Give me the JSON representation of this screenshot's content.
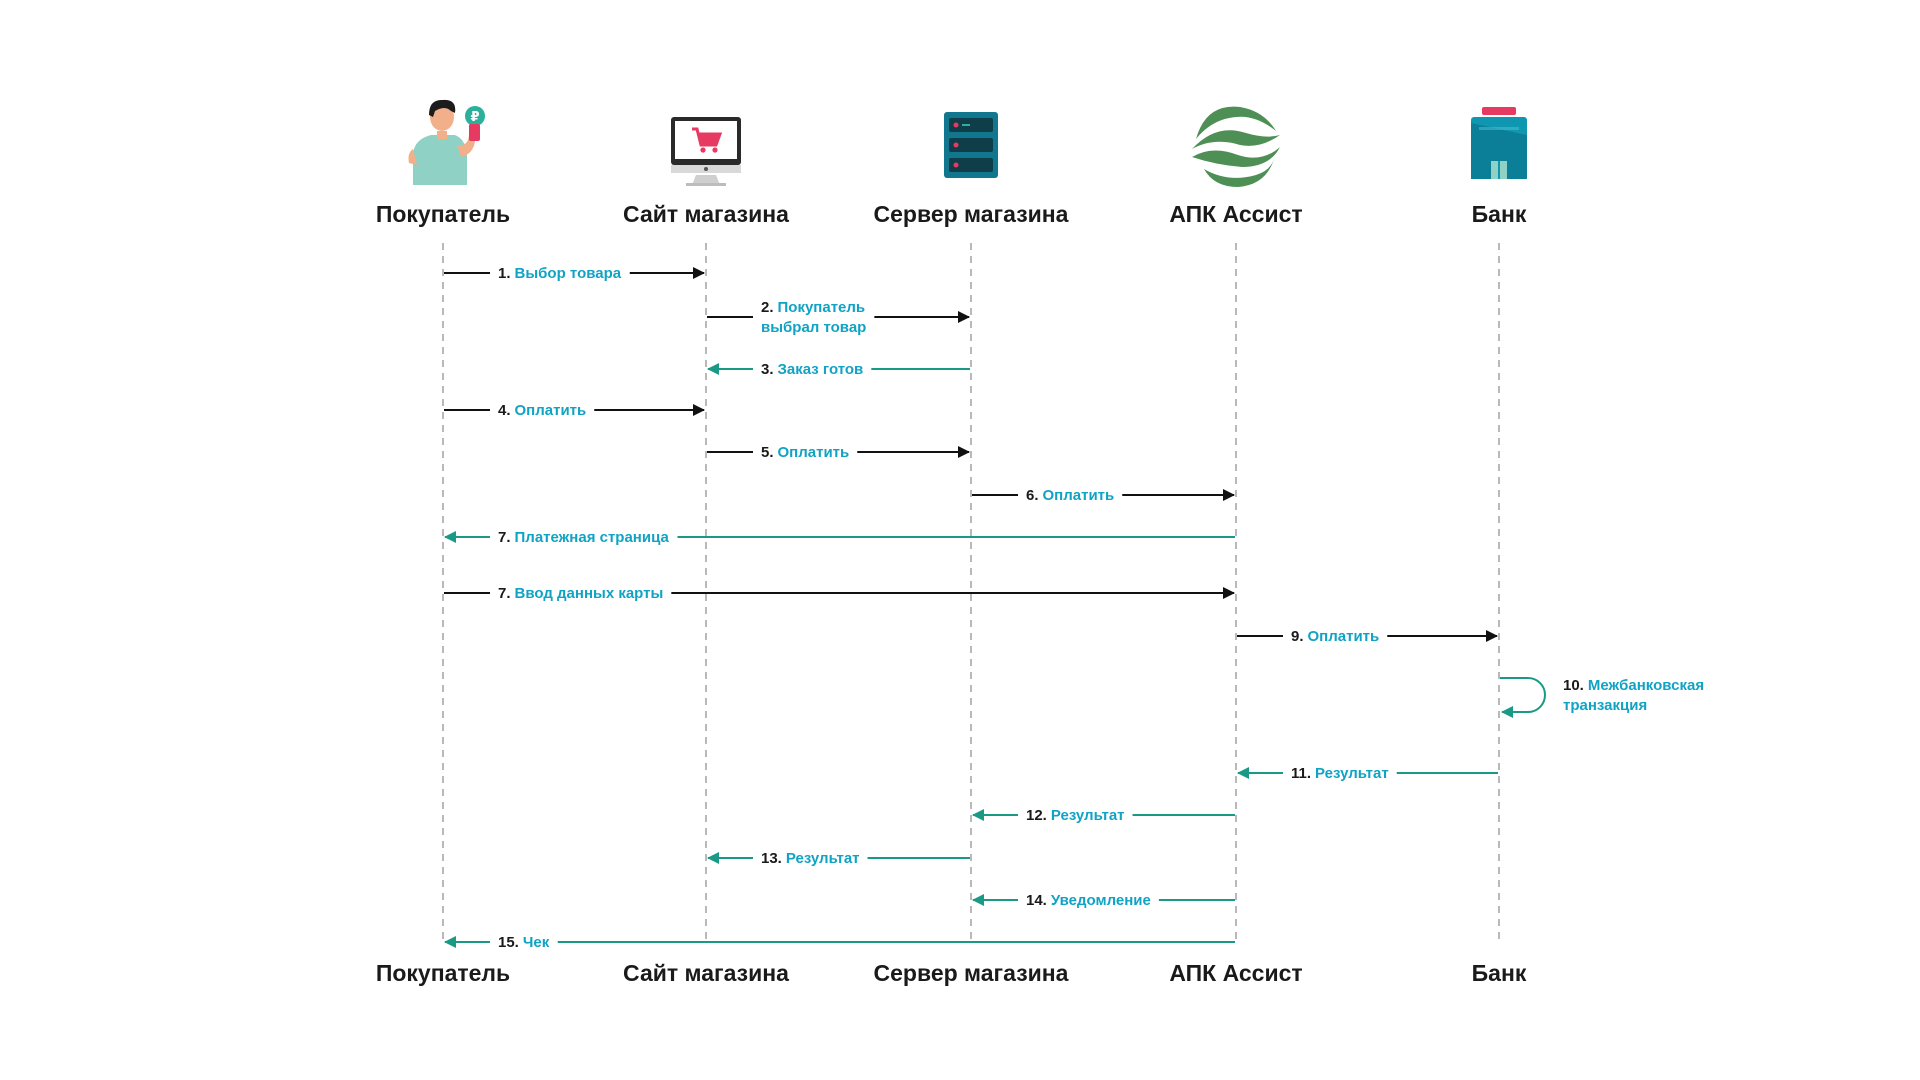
{
  "actors": [
    {
      "id": "buyer",
      "label": "Покупатель",
      "icon": "buyer-icon"
    },
    {
      "id": "site",
      "label": "Сайт магазина",
      "icon": "online-shop-icon"
    },
    {
      "id": "server",
      "label": "Сервер магазина",
      "icon": "server-icon"
    },
    {
      "id": "assist",
      "label": "АПК Ассист",
      "icon": "assist-logo-icon"
    },
    {
      "id": "bank",
      "label": "Банк",
      "icon": "bank-building-icon"
    }
  ],
  "messages": [
    {
      "num": "1.",
      "lines": [
        "Выбор товара"
      ],
      "from": "buyer",
      "to": "site",
      "style": "request"
    },
    {
      "num": "2.",
      "lines": [
        "Покупатель",
        "выбрал товар"
      ],
      "from": "site",
      "to": "server",
      "style": "request"
    },
    {
      "num": "3.",
      "lines": [
        "Заказ готов"
      ],
      "from": "server",
      "to": "site",
      "style": "response"
    },
    {
      "num": "4.",
      "lines": [
        "Оплатить"
      ],
      "from": "buyer",
      "to": "site",
      "style": "request"
    },
    {
      "num": "5.",
      "lines": [
        "Оплатить"
      ],
      "from": "site",
      "to": "server",
      "style": "request"
    },
    {
      "num": "6.",
      "lines": [
        "Оплатить"
      ],
      "from": "server",
      "to": "assist",
      "style": "request"
    },
    {
      "num": "7.",
      "lines": [
        "Платежная страница"
      ],
      "from": "assist",
      "to": "buyer",
      "style": "response"
    },
    {
      "num": "7.",
      "lines": [
        "Ввод данных карты"
      ],
      "from": "buyer",
      "to": "assist",
      "style": "request"
    },
    {
      "num": "9.",
      "lines": [
        "Оплатить"
      ],
      "from": "assist",
      "to": "bank",
      "style": "request"
    },
    {
      "num": "10.",
      "lines": [
        "Межбанковская",
        "транзакция"
      ],
      "from": "bank",
      "to": "bank",
      "style": "self"
    },
    {
      "num": "11.",
      "lines": [
        "Результат"
      ],
      "from": "bank",
      "to": "assist",
      "style": "response"
    },
    {
      "num": "12.",
      "lines": [
        "Результат"
      ],
      "from": "assist",
      "to": "server",
      "style": "response"
    },
    {
      "num": "13.",
      "lines": [
        "Результат"
      ],
      "from": "server",
      "to": "site",
      "style": "response"
    },
    {
      "num": "14.",
      "lines": [
        "Уведомление"
      ],
      "from": "assist",
      "to": "server",
      "style": "response"
    },
    {
      "num": "15.",
      "lines": [
        "Чек"
      ],
      "from": "assist",
      "to": "buyer",
      "style": "response"
    }
  ],
  "colors": {
    "request_arrow": "#111111",
    "response_arrow": "#1a9a86",
    "message_text": "#10a3c4",
    "message_number": "#1a1a1a",
    "lifeline": "#b9b9b9",
    "label": "#1a1a1a"
  }
}
